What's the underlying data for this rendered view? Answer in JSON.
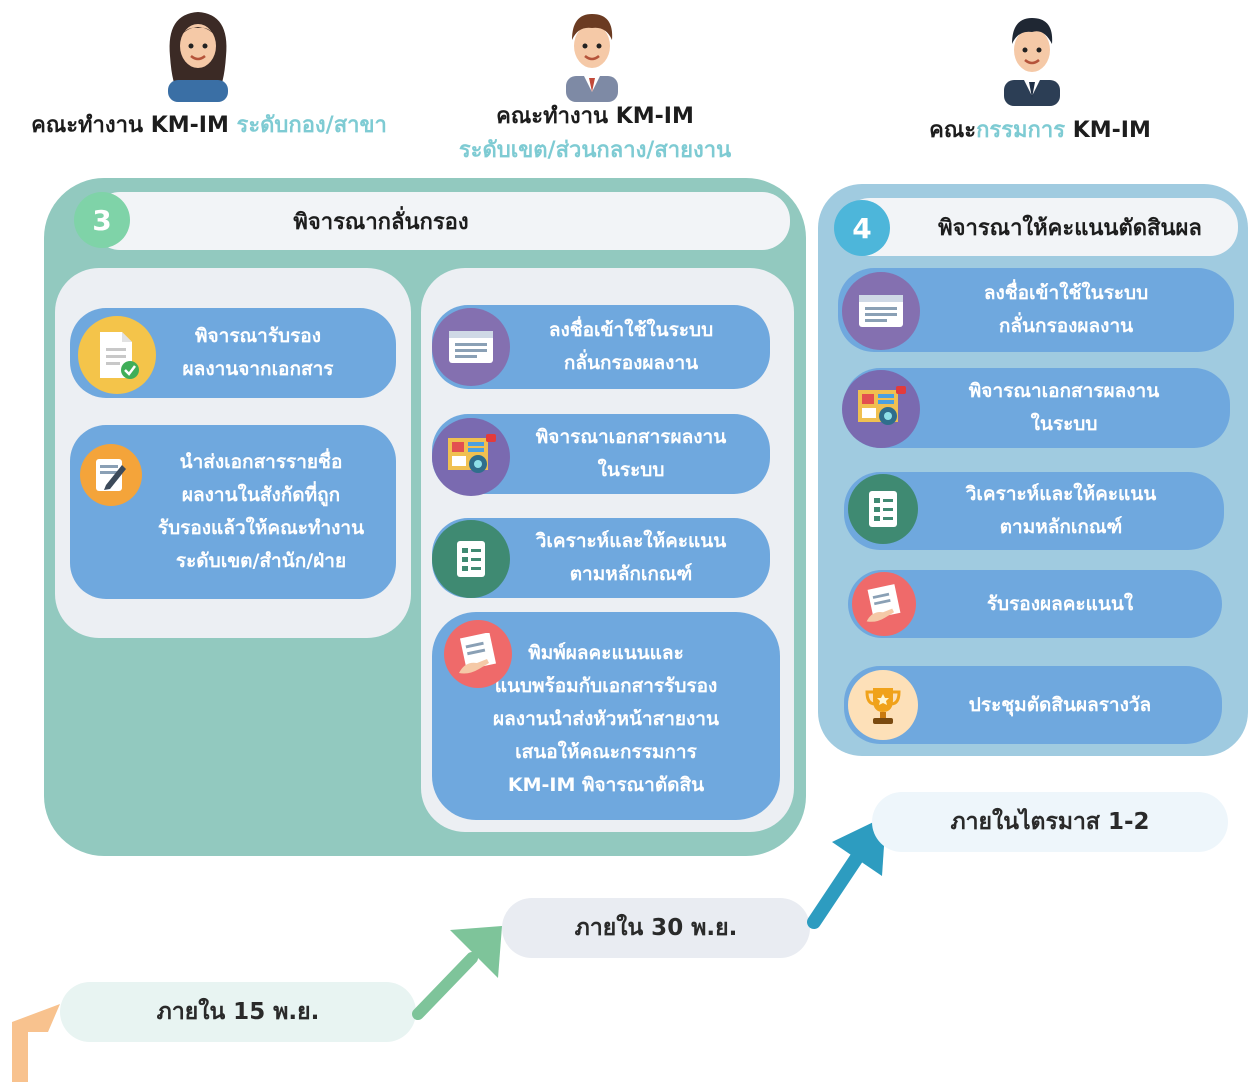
{
  "roles": {
    "role1": {
      "prefix": "คณะทำงาน KM-IM ",
      "accent": "ระดับกอง/สาขา"
    },
    "role2": {
      "line1": "คณะทำงาน KM-IM",
      "line2": "ระดับเขต/ส่วนกลาง/สายงาน"
    },
    "role3": {
      "prefix": "คณะ",
      "accent": "กรรมการ",
      "suffix": " KM-IM"
    }
  },
  "step3": {
    "number": "3",
    "title": "พิจารณากลั่นกรอง",
    "left_items": [
      "พิจารณารับรอง\nผลงานจากเอกสาร",
      "นำส่งเอกสารรายชื่อ\nผลงานในสังกัดที่ถูก\nรับรองแล้วให้คณะทำงาน\nระดับเขต/สำนัก/ฝ่าย"
    ],
    "right_items": [
      "ลงชื่อเข้าใช้ในระบบ\nกลั่นกรองผลงาน",
      "พิจารณาเอกสารผลงาน\nในระบบ",
      "วิเคราะห์และให้คะแนน\nตามหลักเกณฑ์",
      "พิมพ์ผลคะแนนและ\nแนบพร้อมกับเอกสารรับรอง\nผลงานนำส่งหัวหน้าสายงาน\nเสนอให้คณะกรรมการ\nKM-IM พิจารณาตัดสิน"
    ]
  },
  "step4": {
    "number": "4",
    "title": "พิจารณาให้คะแนนตัดสินผล",
    "items": [
      "ลงชื่อเข้าใช้ในระบบ\nกลั่นกรองผลงาน",
      "พิจารณาเอกสารผลงาน\nในระบบ",
      "วิเคราะห์และให้คะแนน\nตามหลักเกณฑ์",
      "รับรองผลคะแนนใ",
      "ประชุมตัดสินผลรางวัล"
    ]
  },
  "timeline": {
    "t1": "ภายใน 15 พ.ย.",
    "t2": "ภายใน 30 พ.ย.",
    "t3": "ภายในไตรมาส 1-2"
  },
  "colors": {
    "teal_panel": "#92c9bf",
    "blue_panel": "#a0cbe0",
    "pill": "#6fa8de",
    "accent_text": "#7ecbd3",
    "step3_number": "#7fd3a8",
    "step4_number": "#4db6da"
  },
  "icons": {
    "person1": "woman-avatar-icon",
    "person2": "man-vest-avatar-icon",
    "person3": "man-suit-avatar-icon",
    "doc_check": "document-check-icon",
    "doc_edit": "document-edit-icon",
    "browser": "browser-window-icon",
    "doc_review": "document-review-icon",
    "checklist": "checklist-icon",
    "print_sign": "signing-hand-icon",
    "trophy": "trophy-icon",
    "arrow": "up-right-arrow-icon"
  }
}
